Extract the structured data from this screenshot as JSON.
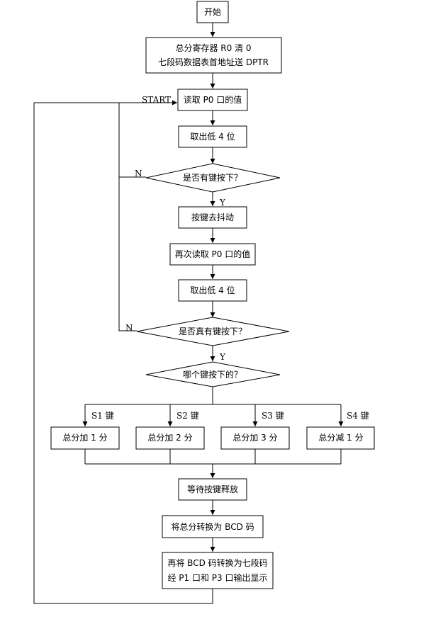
{
  "flowchart": {
    "start": "开始",
    "init_line1": "总分寄存器 R0 清 0",
    "init_line2": "七段码数据表首地址送 DPTR",
    "read_p0": "读取 P0 口的值",
    "take_low4_a": "取出低 4 位",
    "any_key": "是否有键按下？",
    "debounce": "按键去抖动",
    "reread_p0": "再次读取 P0 口的值",
    "take_low4_b": "取出低 4 位",
    "real_key": "是否真有键按下？",
    "which_key": "哪个键按下的？",
    "add1": "总分加 1 分",
    "add2": "总分加 2 分",
    "add3": "总分加 3 分",
    "sub1": "总分减 1 分",
    "wait_release": "等待按键释放",
    "to_bcd": "将总分转换为 BCD 码",
    "out_line1": "再将 BCD 码转换为七段码",
    "out_line2": "经 P1 口和 P3 口输出显示"
  },
  "labels": {
    "start_tag": "START",
    "no_1": "N",
    "yes_1": "Y",
    "no_2": "N",
    "yes_2": "Y",
    "s1": "S1 键",
    "s2": "S2 键",
    "s3": "S3 键",
    "s4": "S4 键"
  }
}
